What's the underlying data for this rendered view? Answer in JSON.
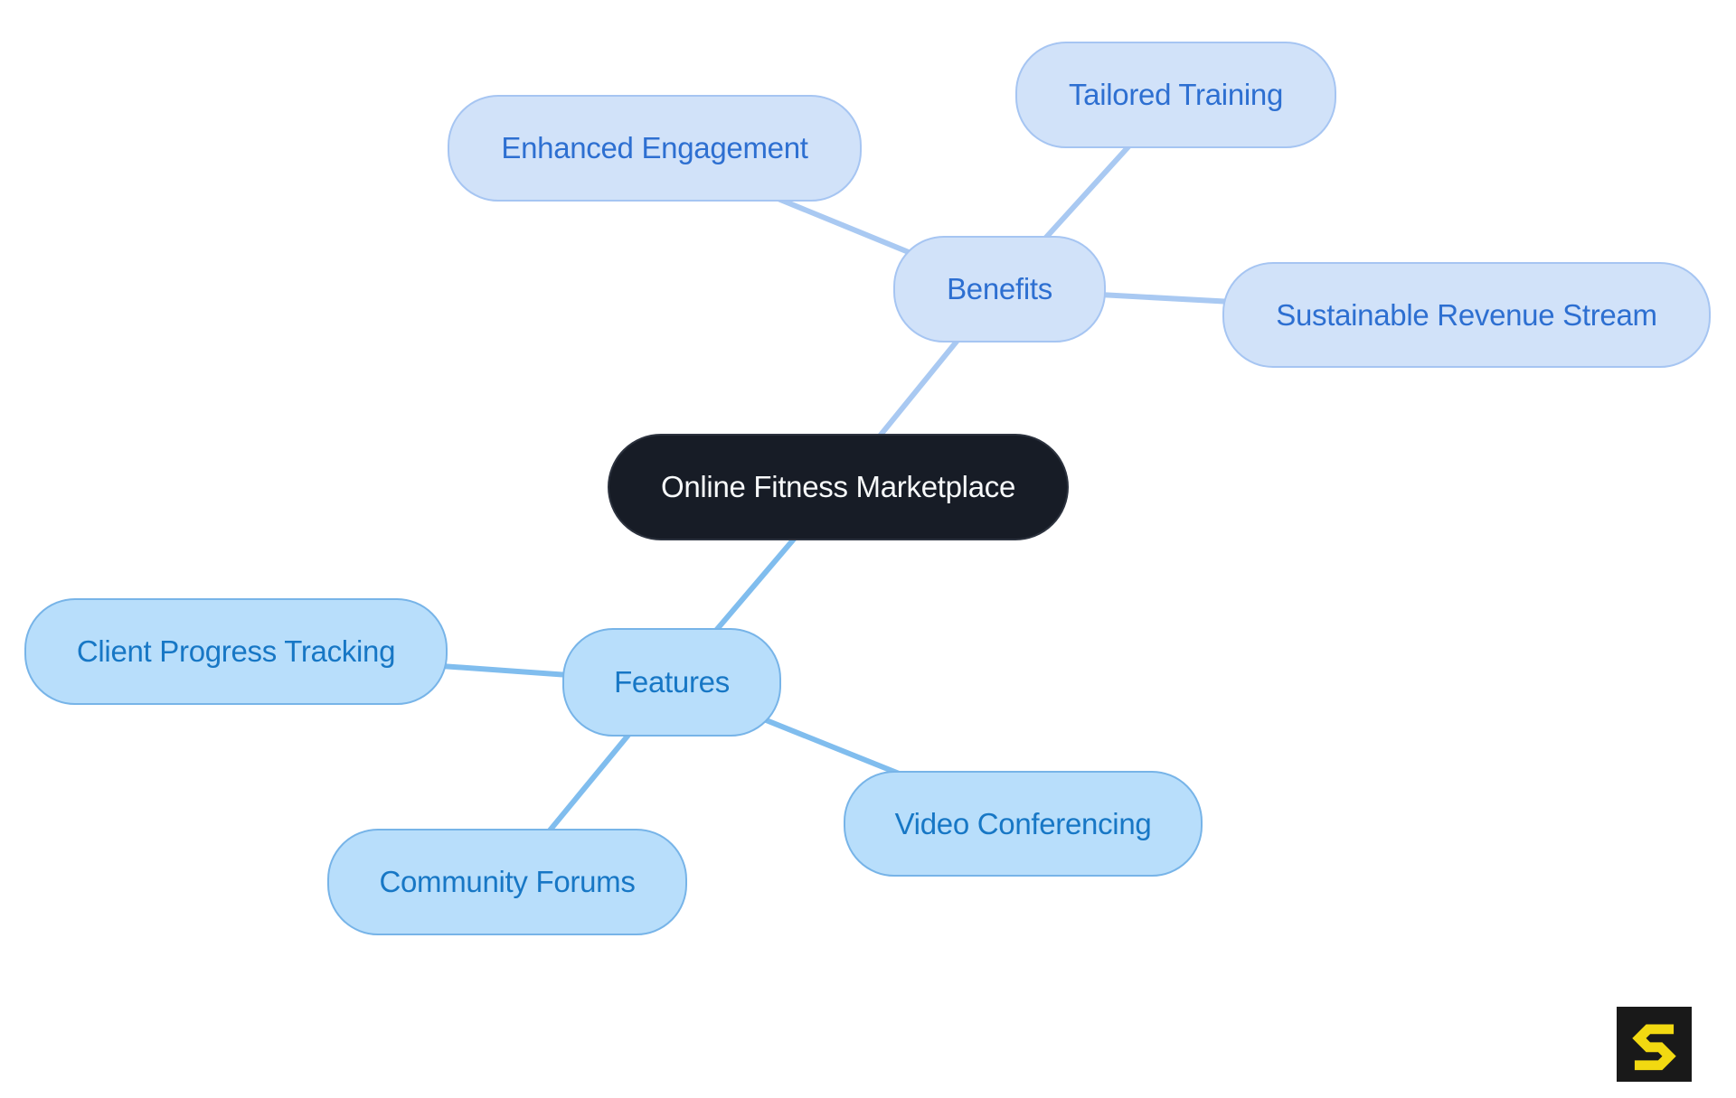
{
  "diagram": {
    "center": {
      "label": "Online Fitness Marketplace"
    },
    "branches": [
      {
        "label": "Benefits",
        "children": [
          {
            "label": "Tailored Training"
          },
          {
            "label": "Enhanced Engagement"
          },
          {
            "label": "Sustainable Revenue Stream"
          }
        ]
      },
      {
        "label": "Features",
        "children": [
          {
            "label": "Client Progress Tracking"
          },
          {
            "label": "Community Forums"
          },
          {
            "label": "Video Conferencing"
          }
        ]
      }
    ]
  },
  "logo": {
    "letter": "S"
  },
  "theme": {
    "canvas_bg": "#FFFFFF",
    "center_bg": "#171C26",
    "center_text": "#F7F9FA",
    "b_fill": "#D1E2F9",
    "b_border": "#A6C5F2",
    "b_text": "#2D6FD1",
    "b_line": "#A9C9F2",
    "f_fill": "#B8DEFB",
    "f_border": "#77B4E8",
    "f_text": "#1777C5",
    "f_line": "#80BDEE",
    "logo_bg": "#191919",
    "logo_fill": "#F2D911"
  }
}
